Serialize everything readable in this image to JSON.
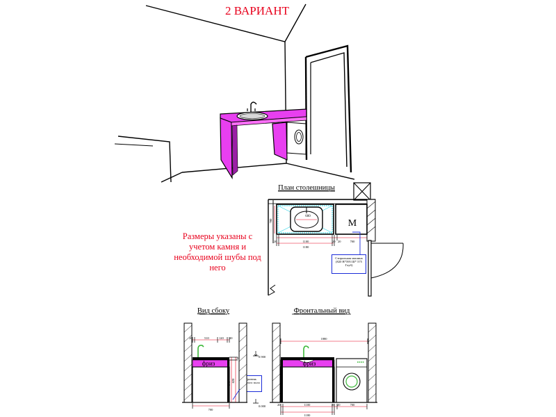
{
  "title": "2 ВАРИАНТ",
  "note": "Размеры указаны с учетом камня и необходимой шубы под него",
  "plan": {
    "heading": "План столешницы",
    "machine_letter": "М",
    "sink_width": "600",
    "depth": "700",
    "dim_segments": [
      "20",
      "1100",
      "20",
      "20",
      "700"
    ],
    "dim_total": "1180",
    "washing_machine_note": "Стиральная машина (820 В*595 Ш* 575 Глуб)"
  },
  "side_view": {
    "heading": "Вид сбоку",
    "top_dims": [
      "20",
      "510",
      "120",
      "20"
    ],
    "frieze": "фриз",
    "height_labels": [
      "670",
      "820",
      "20"
    ],
    "bottom_dim": "700",
    "floor_note": "Уровень чистого пола",
    "level_marks": [
      "0.900",
      "0.000"
    ]
  },
  "front_view": {
    "heading": "Фронтальный вид",
    "top_dim": "1880",
    "frieze": "фриз",
    "bottom_dims": [
      "20",
      "1100",
      "20",
      "20",
      "700"
    ],
    "bottom_total": "1180"
  },
  "colors": {
    "accent": "#e8001c",
    "fill": "#e83ff0",
    "cyan": "#26d4e6",
    "callout": "#1a2bd8"
  }
}
